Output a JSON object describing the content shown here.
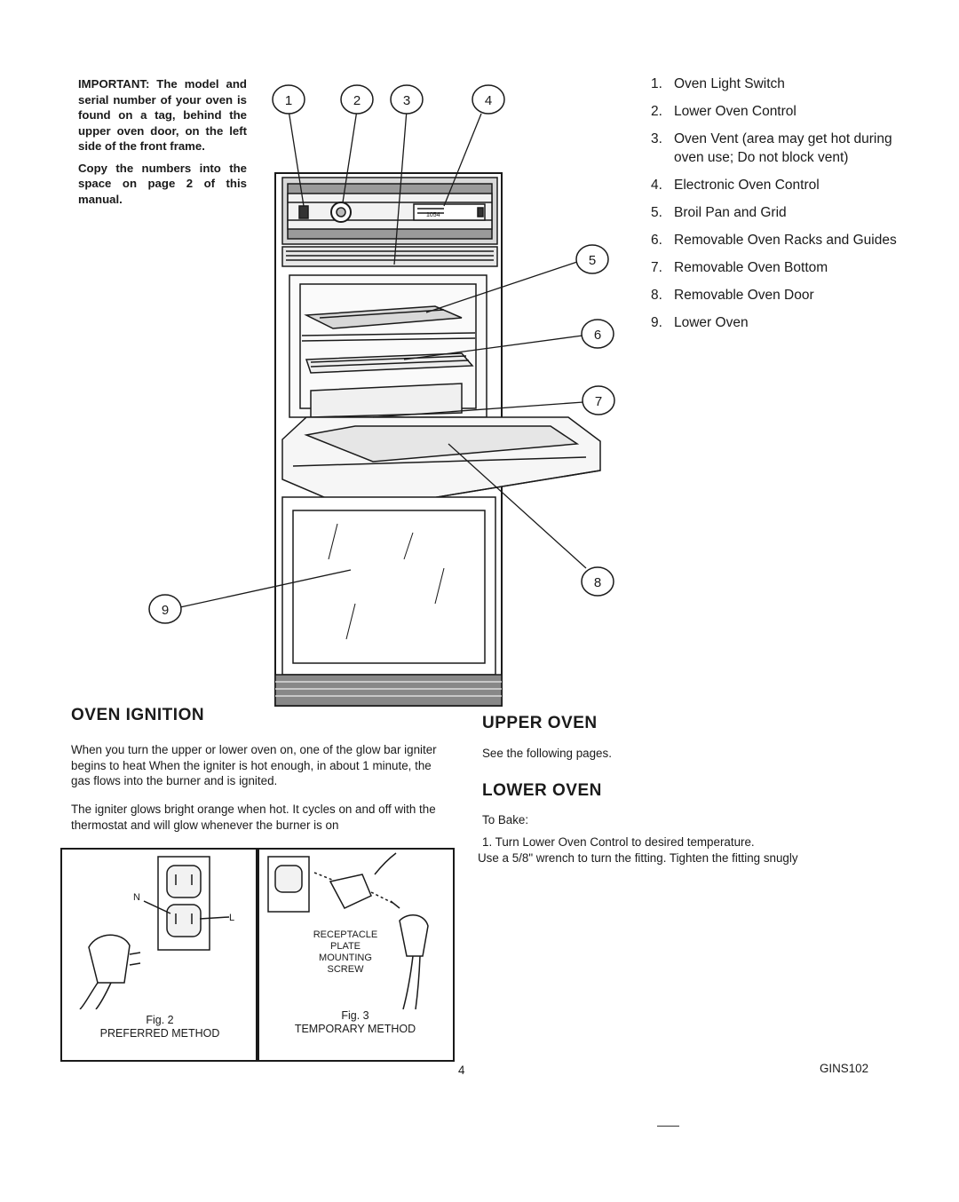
{
  "important_note": {
    "paragraph1": "IMPORTANT: The model and serial number of your oven is found on a tag, behind the upper oven door, on the left side of the front frame.",
    "paragraph2": "Copy the numbers into the space on page 2 of this manual."
  },
  "diagram": {
    "callouts": [
      "1",
      "2",
      "3",
      "4",
      "5",
      "6",
      "7",
      "8",
      "9"
    ],
    "display_text": "1054"
  },
  "parts_list": [
    {
      "num": "1.",
      "label": "Oven Light Switch"
    },
    {
      "num": "2.",
      "label": "Lower Oven Control"
    },
    {
      "num": "3.",
      "label": "Oven Vent (area may get hot during oven use; Do not block vent)"
    },
    {
      "num": "4.",
      "label": "Electronic Oven Control"
    },
    {
      "num": "5.",
      "label": "Broil Pan and Grid"
    },
    {
      "num": "6.",
      "label": "Removable Oven Racks and Guides"
    },
    {
      "num": "7.",
      "label": "Removable Oven Bottom"
    },
    {
      "num": "8.",
      "label": "Removable Oven Door"
    },
    {
      "num": "9.",
      "label": "Lower Oven"
    }
  ],
  "oven_ignition": {
    "heading": "OVEN IGNITION",
    "paragraph1": "When you turn the upper or lower oven on, one of the glow bar igniter begins to heat When the igniter is hot enough, in about 1 minute, the gas flows into the burner and is ignited.",
    "paragraph2": "The igniter glows bright orange when hot. It cycles on and off with the thermostat and will glow whenever the burner is on"
  },
  "figures": {
    "fig2": {
      "fig": "Fig. 2",
      "caption": "PREFERRED METHOD",
      "label_n": "N",
      "label_l": "L"
    },
    "fig3": {
      "fig": "Fig. 3",
      "caption": "TEMPORARY METHOD",
      "labels": [
        "RECEPTACLE",
        "PLATE",
        "MOUNTING",
        "SCREW"
      ]
    }
  },
  "upper_oven": {
    "heading": "UPPER OVEN",
    "text": "See the following pages."
  },
  "lower_oven": {
    "heading": "LOWER OVEN",
    "to_bake": "To Bake:",
    "step1": "1. Turn Lower Oven Control to desired temperature.",
    "note": "Use a 5/8\" wrench to turn the fitting. Tighten the fitting snugly"
  },
  "footer": {
    "page_number": "4",
    "code": "GINS102"
  }
}
